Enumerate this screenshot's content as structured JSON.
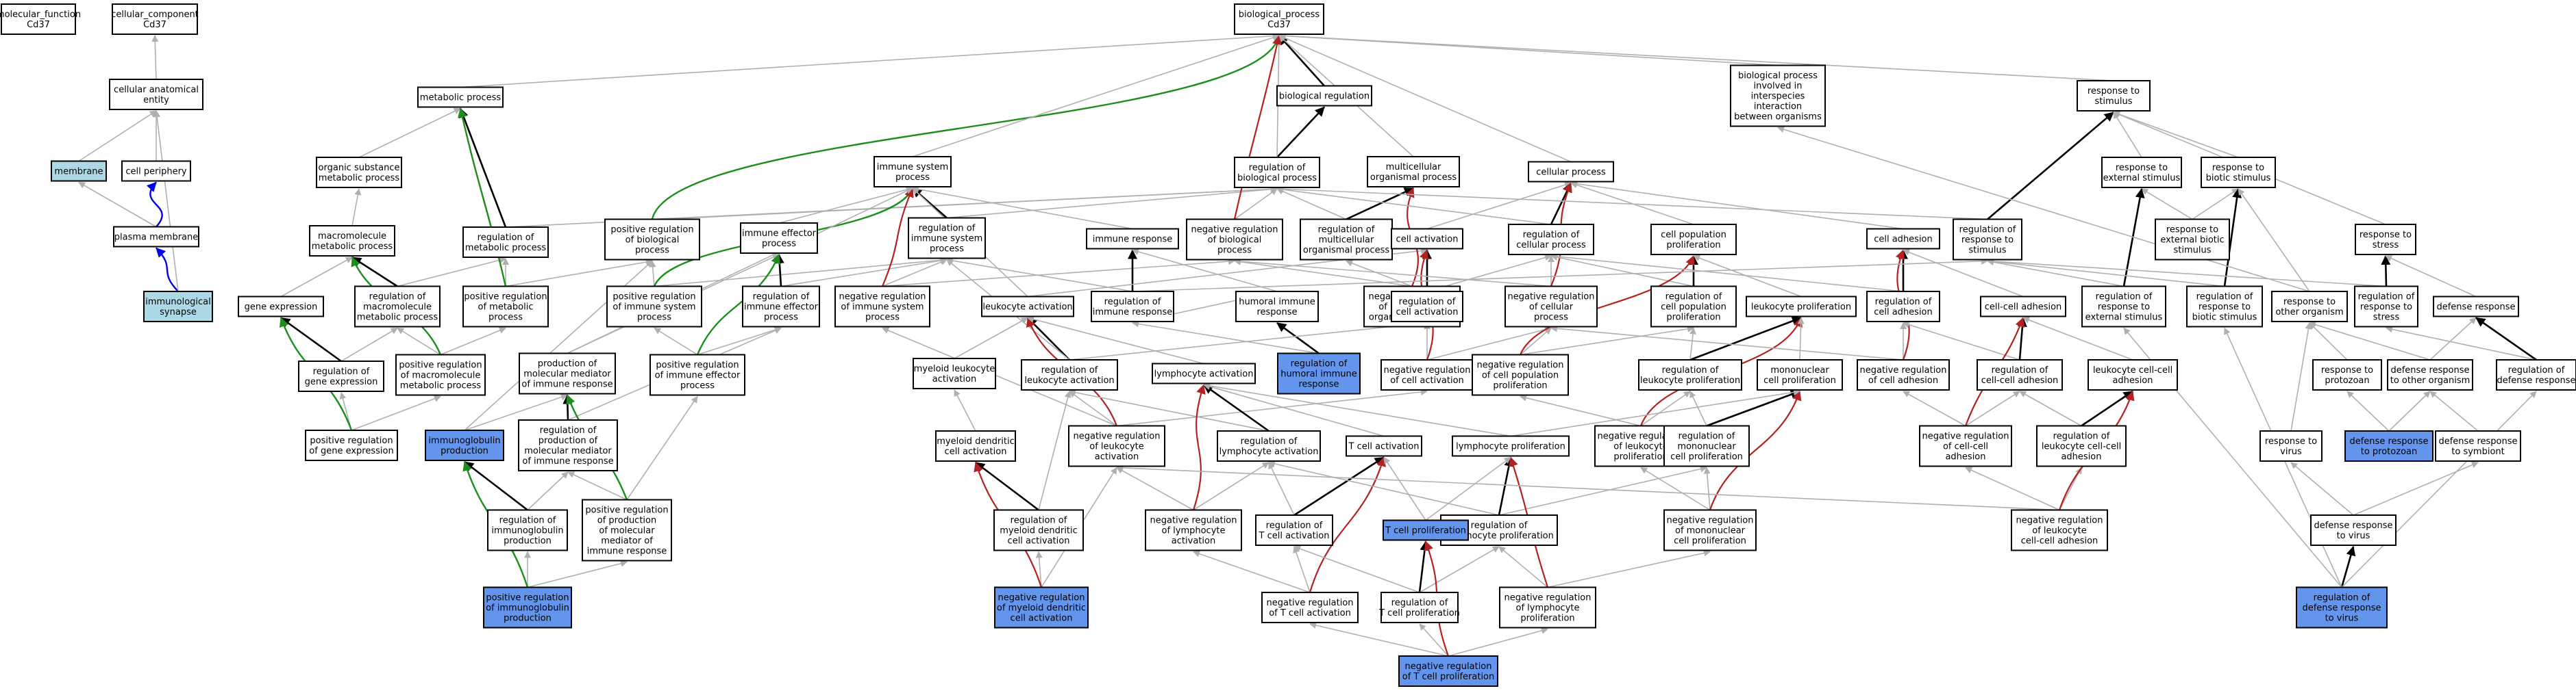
{
  "colors": {
    "default_fill": "#ffffff",
    "blue_fill": "#6495ed",
    "lightblue_fill": "#add8e6",
    "edge_gray": "#b0b0b0",
    "edge_black": "#000000",
    "edge_green": "#1a8f1a",
    "edge_red": "#b22222",
    "edge_blue": "#0000ee"
  },
  "nodes": {
    "mf": {
      "label": [
        "molecular_function",
        "Cd37"
      ],
      "fill": "white"
    },
    "cc": {
      "label": [
        "cellular_component",
        "Cd37"
      ],
      "fill": "white"
    },
    "cae": {
      "label": [
        "cellular anatomical",
        "entity"
      ],
      "fill": "white"
    },
    "mem": {
      "label": [
        "membrane"
      ],
      "fill": "lightblue"
    },
    "cp": {
      "label": [
        "cell periphery"
      ],
      "fill": "white"
    },
    "pm": {
      "label": [
        "plasma membrane"
      ],
      "fill": "white"
    },
    "is": {
      "label": [
        "immunological",
        "synapse"
      ],
      "fill": "lightblue"
    },
    "bp": {
      "label": [
        "biological_process",
        "Cd37"
      ],
      "fill": "white"
    },
    "mp": {
      "label": [
        "metabolic process"
      ],
      "fill": "white"
    },
    "osmp": {
      "label": [
        "organic substance",
        "metabolic process"
      ],
      "fill": "white"
    },
    "mmp": {
      "label": [
        "macromolecule",
        "metabolic process"
      ],
      "fill": "white"
    },
    "rmp": {
      "label": [
        "regulation of",
        "metabolic process"
      ],
      "fill": "white"
    },
    "ge": {
      "label": [
        "gene expression"
      ],
      "fill": "white"
    },
    "rmmp": {
      "label": [
        "regulation of",
        "macromolecule",
        "metabolic process"
      ],
      "fill": "white"
    },
    "prmp": {
      "label": [
        "positive regulation",
        "of metabolic",
        "process"
      ],
      "fill": "white"
    },
    "rge": {
      "label": [
        "regulation of",
        "gene expression"
      ],
      "fill": "white"
    },
    "prmmp": {
      "label": [
        "positive regulation",
        "of macromolecule",
        "metabolic process"
      ],
      "fill": "white"
    },
    "prge": {
      "label": [
        "positive regulation",
        "of gene expression"
      ],
      "fill": "white"
    },
    "prbp": {
      "label": [
        "positive regulation",
        "of biological",
        "process"
      ],
      "fill": "white"
    },
    "isp": {
      "label": [
        "immune system",
        "process"
      ],
      "fill": "white"
    },
    "iep": {
      "label": [
        "immune effector",
        "process"
      ],
      "fill": "white"
    },
    "risp": {
      "label": [
        "regulation of",
        "immune system",
        "process"
      ],
      "fill": "white"
    },
    "prisp": {
      "label": [
        "positive regulation",
        "of immune system",
        "process"
      ],
      "fill": "white"
    },
    "riep": {
      "label": [
        "regulation of",
        "immune effector",
        "process"
      ],
      "fill": "white"
    },
    "nrisp": {
      "label": [
        "negative regulation",
        "of immune system",
        "process"
      ],
      "fill": "white"
    },
    "pmm": {
      "label": [
        "production of",
        "molecular mediator",
        "of immune response"
      ],
      "fill": "white"
    },
    "priep": {
      "label": [
        "positive regulation",
        "of immune effector",
        "process"
      ],
      "fill": "white"
    },
    "igp": {
      "label": [
        "immunoglobulin",
        "production"
      ],
      "fill": "blue"
    },
    "rpmm": {
      "label": [
        "regulation of",
        "production of",
        "molecular mediator",
        "of immune response"
      ],
      "fill": "white"
    },
    "rigp": {
      "label": [
        "regulation of",
        "immunoglobulin",
        "production"
      ],
      "fill": "white"
    },
    "prpmm": {
      "label": [
        "positive regulation",
        "of production",
        "of molecular",
        "mediator of",
        "immune response"
      ],
      "fill": "white"
    },
    "prigp": {
      "label": [
        "positive regulation",
        "of immunoglobulin",
        "production"
      ],
      "fill": "blue"
    },
    "brg": {
      "label": [
        "biological regulation"
      ],
      "fill": "white"
    },
    "rbp": {
      "label": [
        "regulation of",
        "biological process"
      ],
      "fill": "white"
    },
    "ir": {
      "label": [
        "immune response"
      ],
      "fill": "white"
    },
    "nrbp": {
      "label": [
        "negative regulation",
        "of biological",
        "process"
      ],
      "fill": "white"
    },
    "rir": {
      "label": [
        "regulation of",
        "immune response"
      ],
      "fill": "white"
    },
    "hir": {
      "label": [
        "humoral immune",
        "response"
      ],
      "fill": "white"
    },
    "rhir": {
      "label": [
        "regulation of",
        "humoral immune",
        "response"
      ],
      "fill": "blue"
    },
    "la": {
      "label": [
        "leukocyte activation"
      ],
      "fill": "white"
    },
    "mlca": {
      "label": [
        "myeloid leukocyte",
        "activation"
      ],
      "fill": "white"
    },
    "rla": {
      "label": [
        "regulation of",
        "leukocyte activation"
      ],
      "fill": "white"
    },
    "mdca": {
      "label": [
        "myeloid dendritic",
        "cell activation"
      ],
      "fill": "white"
    },
    "rmdca": {
      "label": [
        "regulation of",
        "myeloid dendritic",
        "cell activation"
      ],
      "fill": "white"
    },
    "nrmdca": {
      "label": [
        "negative regulation",
        "of myeloid dendritic",
        "cell activation"
      ],
      "fill": "blue"
    },
    "nrla": {
      "label": [
        "negative regulation",
        "of leukocyte",
        "activation"
      ],
      "fill": "white"
    },
    "mcop": {
      "label": [
        "multicellular",
        "organismal process"
      ],
      "fill": "white"
    },
    "rmcop": {
      "label": [
        "regulation of",
        "multicellular",
        "organismal process"
      ],
      "fill": "white"
    },
    "nrmcop": {
      "label": [
        "negative regulation",
        "of multicellular",
        "organismal process"
      ],
      "fill": "white"
    },
    "ca": {
      "label": [
        "cell activation"
      ],
      "fill": "white"
    },
    "rca": {
      "label": [
        "regulation of",
        "cell activation"
      ],
      "fill": "white"
    },
    "nrca": {
      "label": [
        "negative regulation",
        "of cell activation"
      ],
      "fill": "white"
    },
    "lya": {
      "label": [
        "lymphocyte activation"
      ],
      "fill": "white"
    },
    "rlya": {
      "label": [
        "regulation of",
        "lymphocyte activation"
      ],
      "fill": "white"
    },
    "nrlya": {
      "label": [
        "negative regulation",
        "of lymphocyte",
        "activation"
      ],
      "fill": "white"
    },
    "tca": {
      "label": [
        "T cell activation"
      ],
      "fill": "white"
    },
    "rtca": {
      "label": [
        "regulation of",
        "T cell activation"
      ],
      "fill": "white"
    },
    "nrtca": {
      "label": [
        "negative regulation",
        "of T cell activation"
      ],
      "fill": "white"
    },
    "cellp": {
      "label": [
        "cellular process"
      ],
      "fill": "white"
    },
    "rcellp": {
      "label": [
        "regulation of",
        "cellular process"
      ],
      "fill": "white"
    },
    "nrcellp": {
      "label": [
        "negative regulation",
        "of cellular",
        "process"
      ],
      "fill": "white"
    },
    "cpp": {
      "label": [
        "cell population",
        "proliferation"
      ],
      "fill": "white"
    },
    "rcpp": {
      "label": [
        "regulation of",
        "cell population",
        "proliferation"
      ],
      "fill": "white"
    },
    "nrcpp": {
      "label": [
        "negative regulation",
        "of cell population",
        "proliferation"
      ],
      "fill": "white"
    },
    "lkp": {
      "label": [
        "leukocyte proliferation"
      ],
      "fill": "white"
    },
    "rlkp": {
      "label": [
        "regulation of",
        "leukocyte proliferation"
      ],
      "fill": "white"
    },
    "nrlkp": {
      "label": [
        "negative regulation",
        "of leukocyte",
        "proliferation"
      ],
      "fill": "white"
    },
    "mncp": {
      "label": [
        "mononuclear",
        "cell proliferation"
      ],
      "fill": "white"
    },
    "rmncp": {
      "label": [
        "regulation of",
        "mononuclear",
        "cell proliferation"
      ],
      "fill": "white"
    },
    "nrmncp": {
      "label": [
        "negative regulation",
        "of mononuclear",
        "cell proliferation"
      ],
      "fill": "white"
    },
    "lyp": {
      "label": [
        "lymphocyte proliferation"
      ],
      "fill": "white"
    },
    "rlyp": {
      "label": [
        "regulation of",
        "lymphocyte proliferation"
      ],
      "fill": "white"
    },
    "nrlyp": {
      "label": [
        "negative regulation",
        "of lymphocyte",
        "proliferation"
      ],
      "fill": "white"
    },
    "tcp": {
      "label": [
        "T cell proliferation"
      ],
      "fill": "blue"
    },
    "rtcp": {
      "label": [
        "regulation of",
        "T cell proliferation"
      ],
      "fill": "white"
    },
    "nrtcp": {
      "label": [
        "negative regulation",
        "of T cell proliferation"
      ],
      "fill": "blue"
    },
    "bpio": {
      "label": [
        "biological process",
        "involved in",
        "interspecies",
        "interaction",
        "between organisms"
      ],
      "fill": "white"
    },
    "rs": {
      "label": [
        "response to",
        "stimulus"
      ],
      "fill": "white"
    },
    "cad": {
      "label": [
        "cell adhesion"
      ],
      "fill": "white"
    },
    "rcad": {
      "label": [
        "regulation of",
        "cell adhesion"
      ],
      "fill": "white"
    },
    "nrcad": {
      "label": [
        "negative regulation",
        "of cell adhesion"
      ],
      "fill": "white"
    },
    "ccad": {
      "label": [
        "cell-cell adhesion"
      ],
      "fill": "white"
    },
    "rccad": {
      "label": [
        "regulation of",
        "cell-cell adhesion"
      ],
      "fill": "white"
    },
    "nrccad": {
      "label": [
        "negative regulation",
        "of cell-cell",
        "adhesion"
      ],
      "fill": "white"
    },
    "lcca": {
      "label": [
        "leukocyte cell-cell",
        "adhesion"
      ],
      "fill": "white"
    },
    "rlcca": {
      "label": [
        "regulation of",
        "leukocyte cell-cell",
        "adhesion"
      ],
      "fill": "white"
    },
    "nrlcca": {
      "label": [
        "negative regulation",
        "of leukocyte",
        "cell-cell adhesion"
      ],
      "fill": "white"
    },
    "rrs": {
      "label": [
        "regulation of",
        "response to",
        "stimulus"
      ],
      "fill": "white"
    },
    "res": {
      "label": [
        "response to",
        "external stimulus"
      ],
      "fill": "white"
    },
    "rbs": {
      "label": [
        "response to",
        "biotic stimulus"
      ],
      "fill": "white"
    },
    "rebs": {
      "label": [
        "response to",
        "external biotic",
        "stimulus"
      ],
      "fill": "white"
    },
    "rres": {
      "label": [
        "regulation of",
        "response to",
        "external stimulus"
      ],
      "fill": "white"
    },
    "rrbs": {
      "label": [
        "regulation of",
        "response to",
        "biotic stimulus"
      ],
      "fill": "white"
    },
    "rst": {
      "label": [
        "response to",
        "stress"
      ],
      "fill": "white"
    },
    "rtoo": {
      "label": [
        "response to",
        "other organism"
      ],
      "fill": "white"
    },
    "rrst": {
      "label": [
        "regulation of",
        "response to",
        "stress"
      ],
      "fill": "white"
    },
    "dr": {
      "label": [
        "defense response"
      ],
      "fill": "white"
    },
    "rtp": {
      "label": [
        "response to",
        "protozoan"
      ],
      "fill": "white"
    },
    "droo": {
      "label": [
        "defense response",
        "to other organism"
      ],
      "fill": "white"
    },
    "rdr": {
      "label": [
        "regulation of",
        "defense response"
      ],
      "fill": "white"
    },
    "rtv": {
      "label": [
        "response to",
        "virus"
      ],
      "fill": "white"
    },
    "drp": {
      "label": [
        "defense response",
        "to protozoan"
      ],
      "fill": "blue"
    },
    "drs": {
      "label": [
        "defense response",
        "to symbiont"
      ],
      "fill": "white"
    },
    "drv": {
      "label": [
        "defense response",
        "to virus"
      ],
      "fill": "white"
    },
    "rdrv": {
      "label": [
        "regulation of",
        "defense response",
        "to virus"
      ],
      "fill": "blue"
    }
  }
}
